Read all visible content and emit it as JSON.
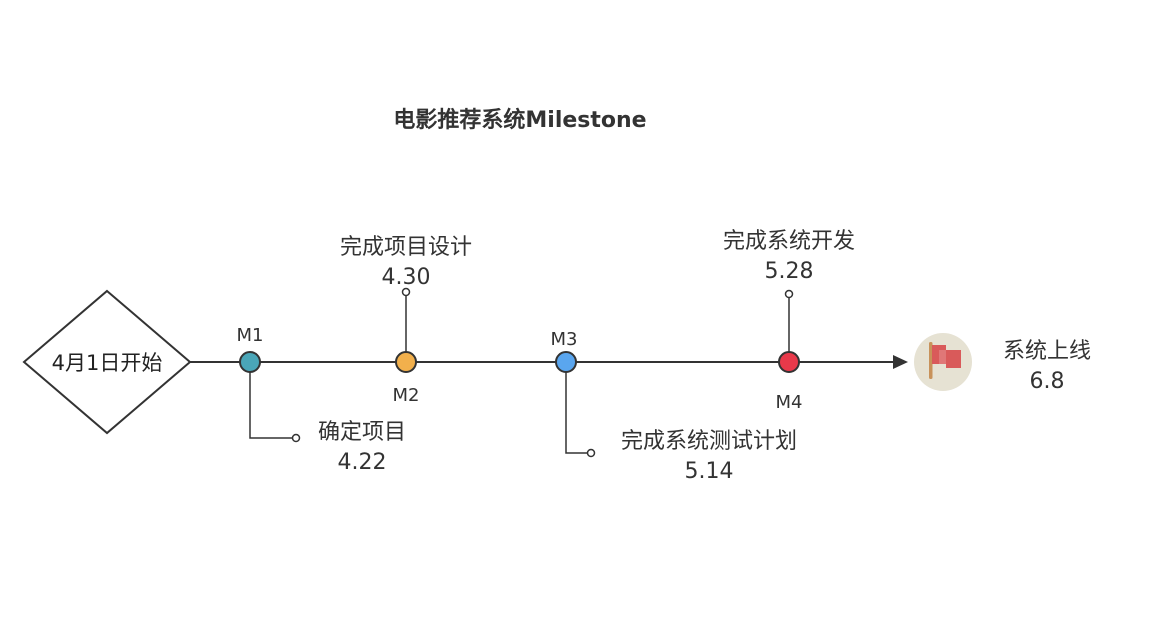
{
  "title": "电影推荐系统Milestone",
  "start": {
    "label": "4月1日开始"
  },
  "milestones": [
    {
      "id": "M1",
      "color": "#4aa6b8",
      "task": "确定项目",
      "date": "4.22"
    },
    {
      "id": "M2",
      "color": "#f2b04c",
      "task": "完成项目设计",
      "date": "4.30"
    },
    {
      "id": "M3",
      "color": "#5aa6ef",
      "task": "完成系统测试计划",
      "date": "5.14"
    },
    {
      "id": "M4",
      "color": "#e8394a",
      "task": "完成系统开发",
      "date": "5.28"
    }
  ],
  "finish": {
    "task": "系统上线",
    "date": "6.8",
    "icon": "flag-icon",
    "icon_bg": "#e6e2d3",
    "flag_color": "#d95a5a"
  }
}
